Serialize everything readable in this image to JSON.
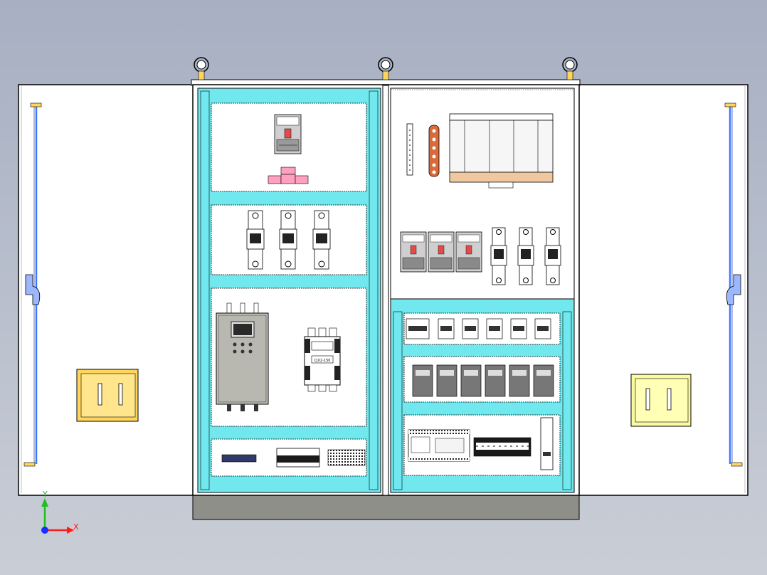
{
  "scene": {
    "background_top": "#a7afc2",
    "background_bottom": "#c9ced6",
    "frame_color": "#70e8ee",
    "panel_white": "#ffffff",
    "door_handle_color": "#ffd65a",
    "hinge_bar_color": "#3f78ff",
    "plinth_color": "#8f8f8a"
  },
  "triad": {
    "x_label": "X",
    "y_label": "Y",
    "x_color": "#ff1a1a",
    "y_color": "#1fbf1f",
    "origin_color": "#1530ff"
  },
  "labels": {
    "contactor_plate": "CJX2-150"
  }
}
